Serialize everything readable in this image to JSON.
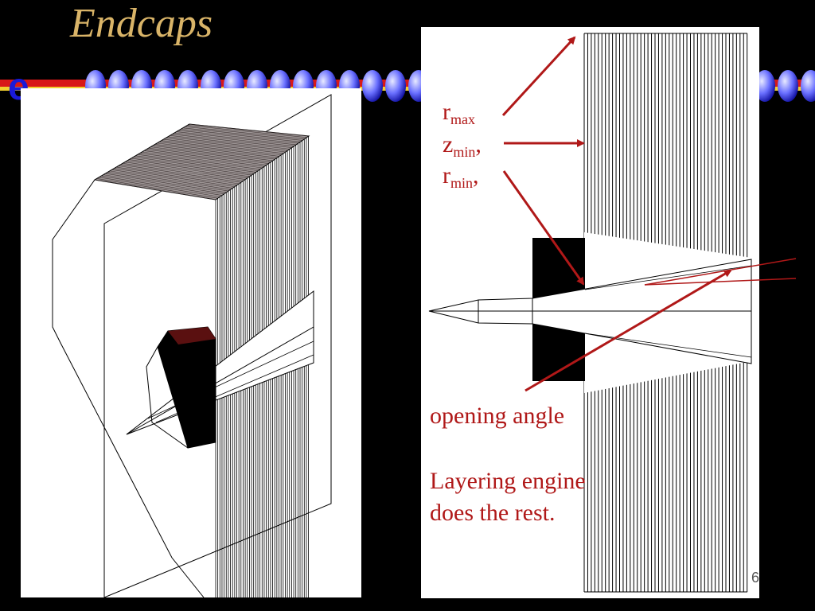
{
  "slide": {
    "title": "Endcaps",
    "logo_text": "e",
    "slide_number": "6"
  },
  "labels": {
    "r_max": {
      "base": "r",
      "sub": "max",
      "suffix": ""
    },
    "z_min": {
      "base": "z",
      "sub": "min",
      "suffix": ","
    },
    "r_min": {
      "base": "r",
      "sub": "min",
      "suffix": ","
    },
    "opening_angle": "opening angle",
    "layering_line1": "Layering engine",
    "layering_line2": "does the rest."
  },
  "colors": {
    "background": "#000000",
    "title": "#d9b468",
    "annotation": "#b01818",
    "bead_light": "#9aa0ff",
    "bead_dark": "#1010a0",
    "logo": "#1a1ad8",
    "stripe_red": "#d81818",
    "stripe_yellow": "#f2d030"
  }
}
